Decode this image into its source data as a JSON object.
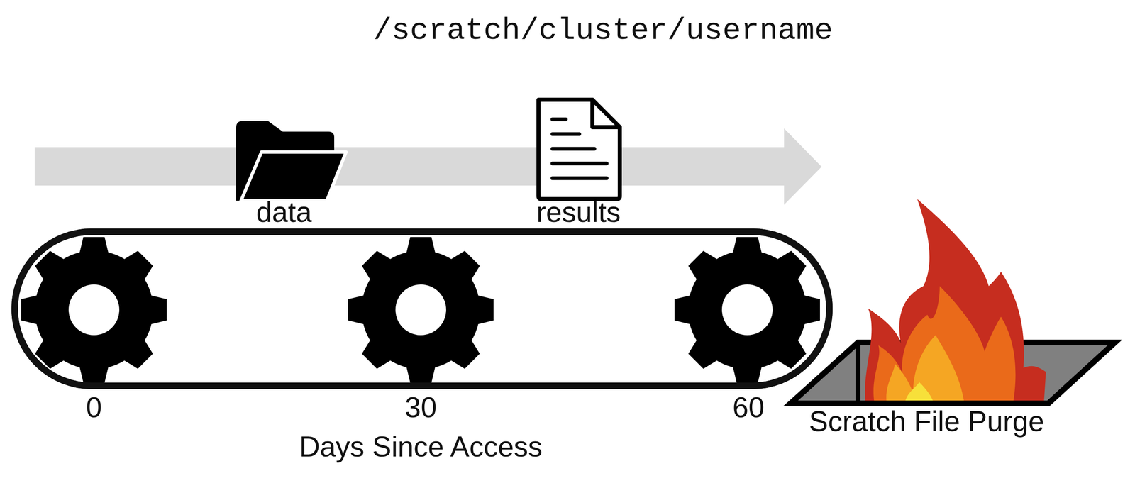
{
  "diagram": {
    "title": "/scratch/cluster/username",
    "labels": [
      "data",
      "results",
      "0",
      "30",
      "60",
      "Days Since Access",
      "Scratch File Purge"
    ]
  }
}
